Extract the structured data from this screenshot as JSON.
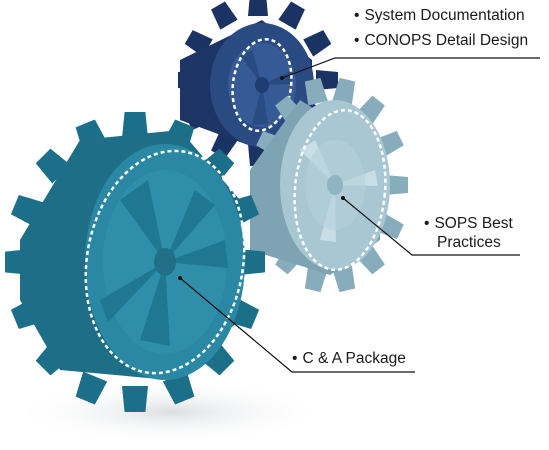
{
  "callouts": {
    "system_documentation": "System Documentation",
    "conops_detail_design": "CONOPS Detail Design",
    "sops_best_practices_line1": "SOPS Best",
    "sops_best_practices_line2": "Practices",
    "c_and_a_package": "C & A Package"
  },
  "bullet": "•",
  "gears": [
    {
      "name": "navy-gear",
      "color": "#1f3a6b"
    },
    {
      "name": "light-blue-gear",
      "color": "#8fb4c2"
    },
    {
      "name": "teal-gear",
      "color": "#1f7a94"
    }
  ]
}
